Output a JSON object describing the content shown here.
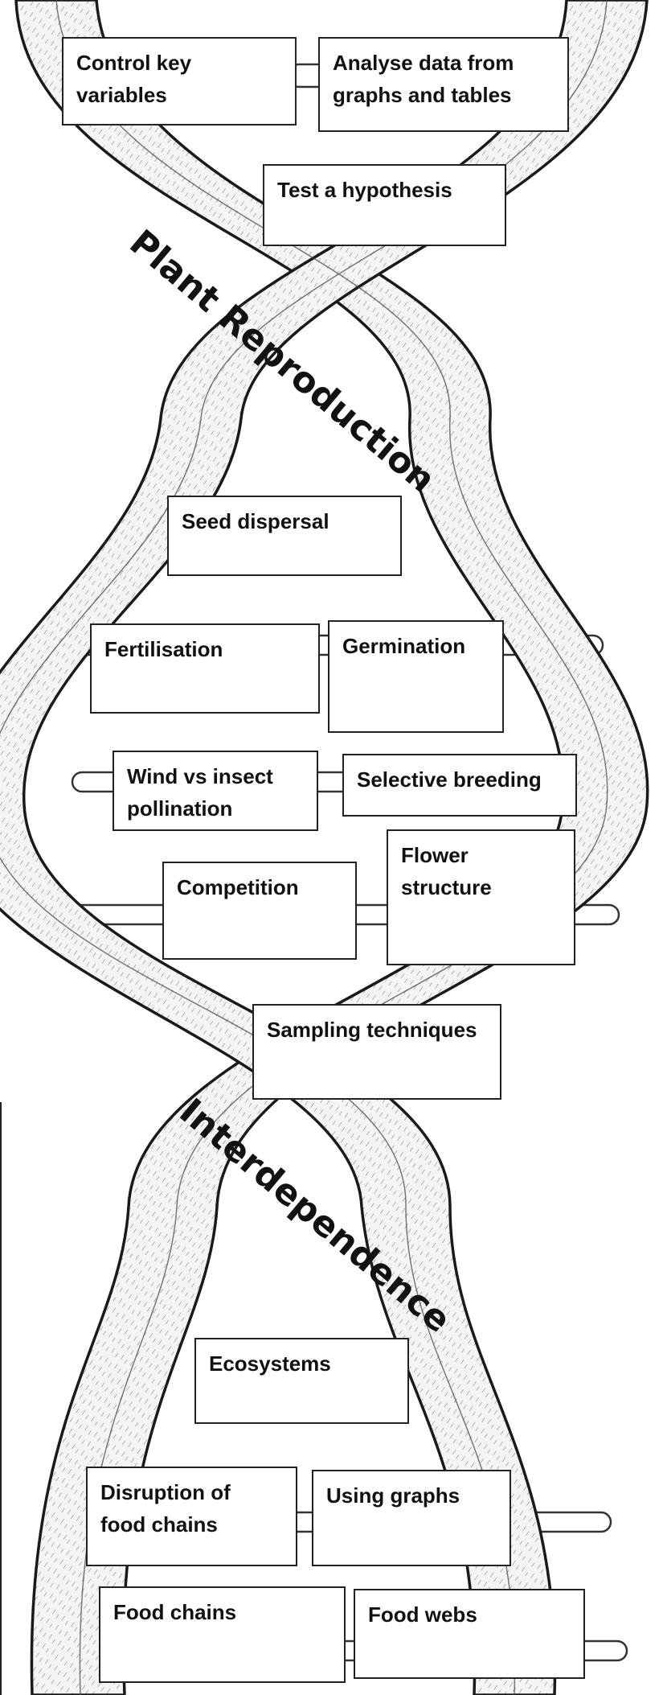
{
  "topics": {
    "plant_reproduction": "Plant Reproduction",
    "interdependence": "Interdependence"
  },
  "boxes": {
    "control_key_variables": "Control key\nvariables",
    "analyse_data": "Analyse data from\ngraphs and tables",
    "test_hypothesis": "Test a hypothesis",
    "seed_dispersal": "Seed dispersal",
    "fertilisation": "Fertilisation",
    "germination": "Germination",
    "wind_vs_insect": "Wind vs insect\npollination",
    "selective_breeding": "Selective breeding",
    "competition": "Competition",
    "flower_structure": "Flower structure",
    "sampling_techniques": "Sampling techniques",
    "ecosystems": "Ecosystems",
    "disruption_food_chains": "Disruption of\nfood chains",
    "using_graphs": "Using graphs",
    "food_chains": "Food chains",
    "food_webs": "Food webs"
  }
}
